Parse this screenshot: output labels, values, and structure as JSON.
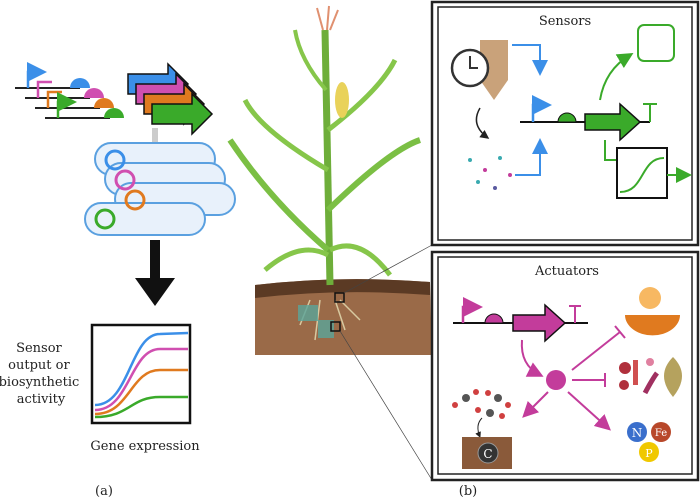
{
  "panel_a": {
    "ylabel_lines": [
      "Sensor",
      "output or",
      "biosynthetic",
      "activity"
    ],
    "xlabel": "Gene expression",
    "caption": "(a)",
    "curve_colors": [
      "#3b8fe8",
      "#d04fb0",
      "#e07a1f",
      "#3aaa2a"
    ]
  },
  "panel_b": {
    "caption": "(b)",
    "sensors": {
      "title": "Sensors",
      "accent": "#3b8fe8",
      "output": "#3aaa2a"
    },
    "actuators": {
      "title": "Actuators",
      "accent": "#c33c9b",
      "nutrients": {
        "n": "N",
        "fe": "Fe",
        "p": "P"
      },
      "carbon": "C"
    }
  }
}
